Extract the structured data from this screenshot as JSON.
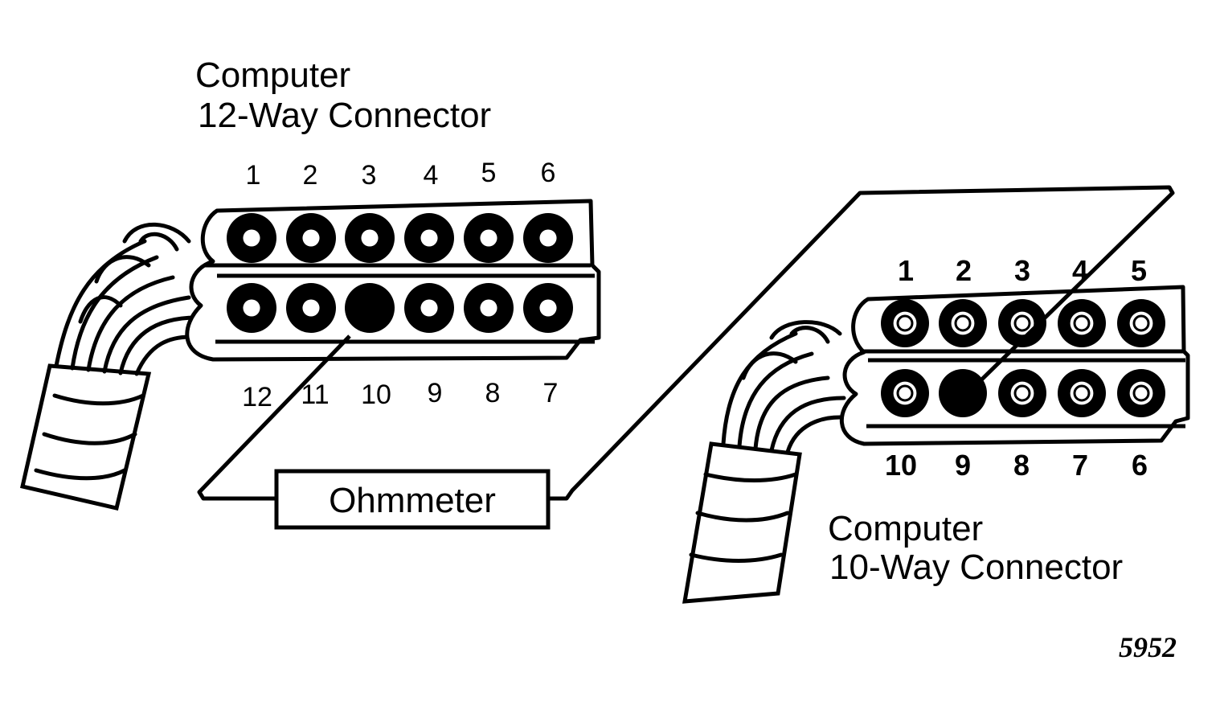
{
  "connector_12": {
    "title_line1": "Computer",
    "title_line2": "12-Way Connector",
    "top_pins": [
      "1",
      "2",
      "3",
      "4",
      "5",
      "6"
    ],
    "bottom_pins": [
      "12",
      "11",
      "10",
      "9",
      "8",
      "7"
    ],
    "probed_pin": "10"
  },
  "connector_10": {
    "title_line1": "Computer",
    "title_line2": "10-Way Connector",
    "top_pins": [
      "1",
      "2",
      "3",
      "4",
      "5"
    ],
    "bottom_pins": [
      "10",
      "9",
      "8",
      "7",
      "6"
    ],
    "probed_pin": "9"
  },
  "meter": {
    "label": "Ohmmeter"
  },
  "figure_number": "5952"
}
